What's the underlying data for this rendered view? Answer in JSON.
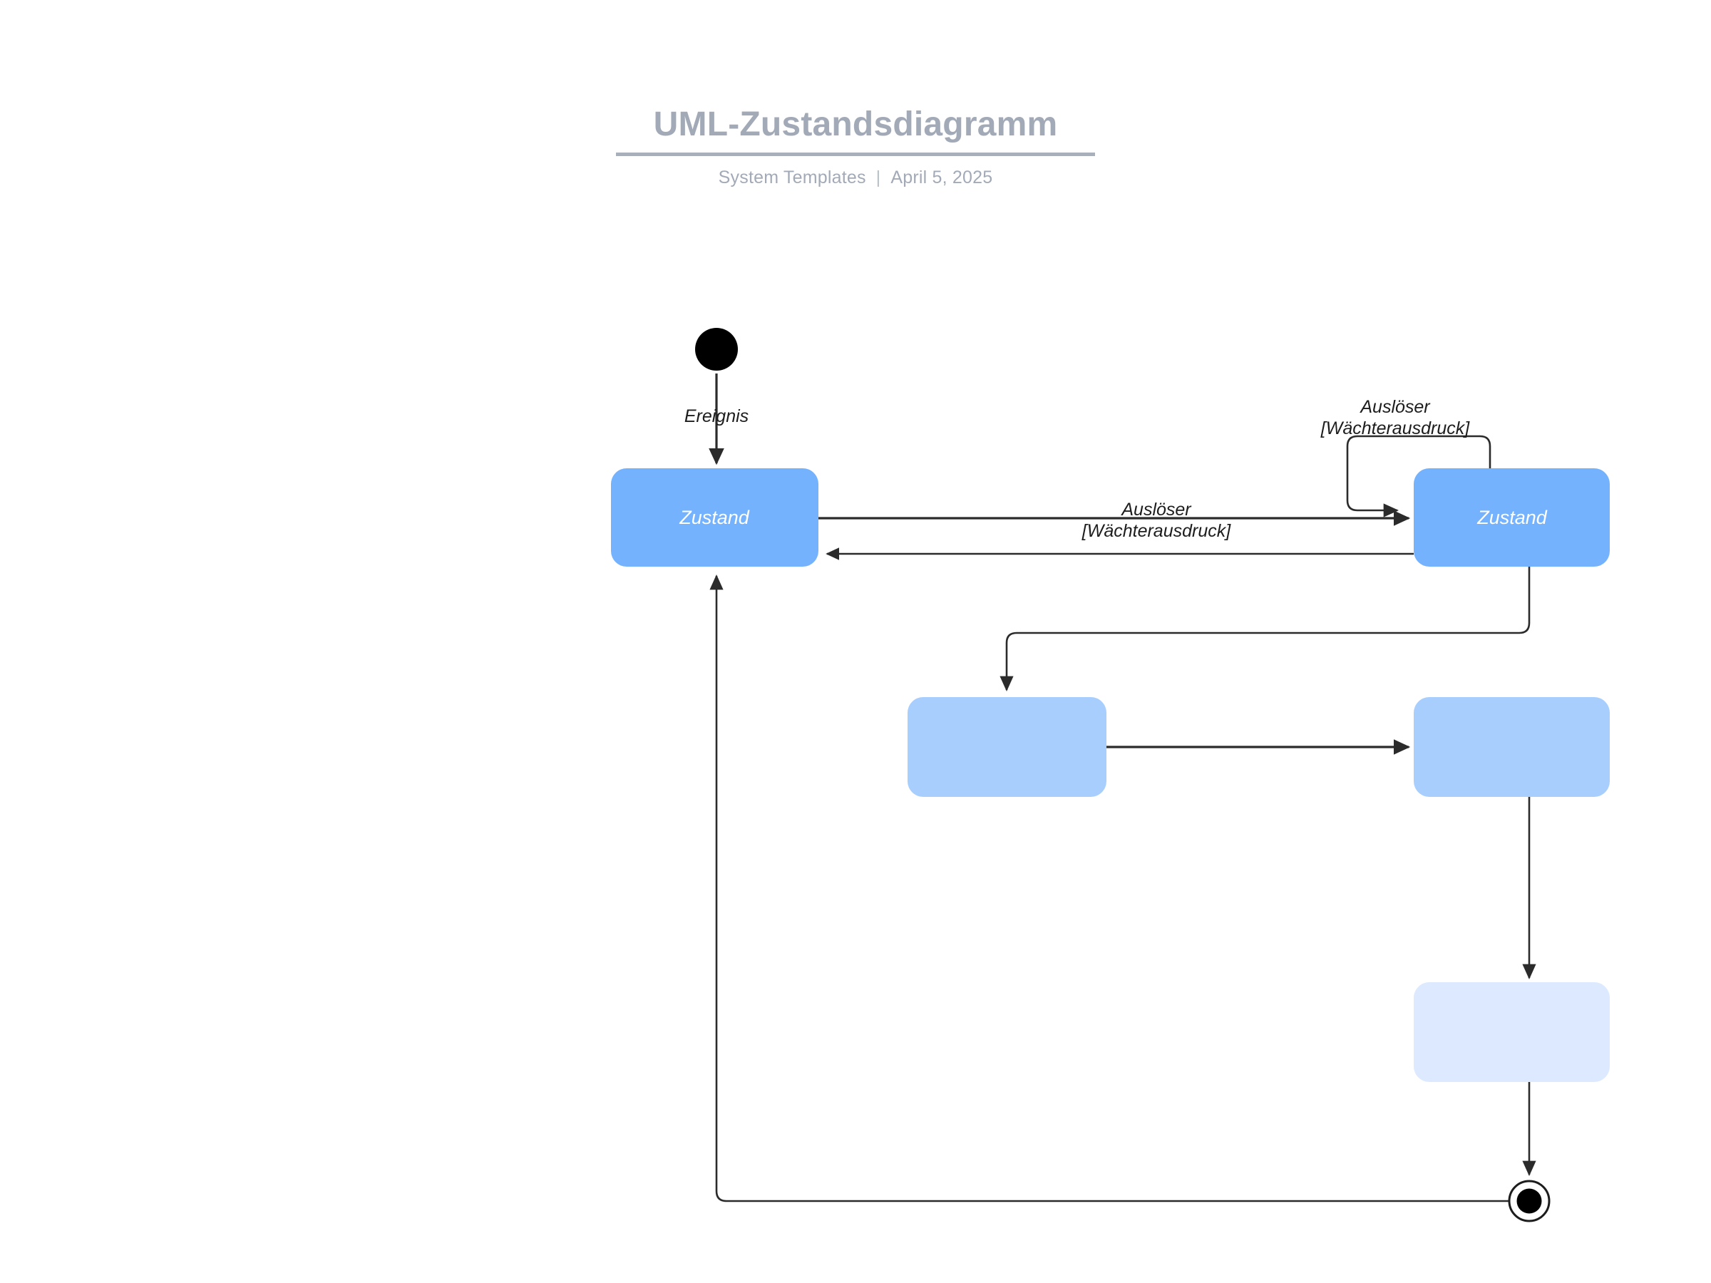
{
  "header": {
    "title": "UML-Zustandsdiagramm",
    "subtitle_left": "System Templates",
    "subtitle_separator": "|",
    "subtitle_right": "April 5, 2025"
  },
  "colors": {
    "state_fill_primary": "#74b2fe",
    "state_fill_secondary": "#a8cefe",
    "state_fill_tertiary": "#dce9fe",
    "state_text": "#ffffff",
    "edge_stroke": "#2b2b2b",
    "header_text": "#a3aab7",
    "initial_state_fill": "#000000"
  },
  "diagram": {
    "type": "uml-state-diagram",
    "nodes": [
      {
        "id": "initial",
        "kind": "initial-state",
        "label": ""
      },
      {
        "id": "state1",
        "kind": "state",
        "label": "Zustand",
        "fill": "#74b2fe"
      },
      {
        "id": "state2",
        "kind": "state",
        "label": "Zustand",
        "fill": "#74b2fe"
      },
      {
        "id": "state3",
        "kind": "state",
        "label": "",
        "fill": "#a8cefe"
      },
      {
        "id": "state4",
        "kind": "state",
        "label": "",
        "fill": "#a8cefe"
      },
      {
        "id": "state5",
        "kind": "state",
        "label": "",
        "fill": "#dce9fe"
      },
      {
        "id": "final",
        "kind": "final-state",
        "label": ""
      }
    ],
    "transitions": [
      {
        "id": "t-initial",
        "from": "initial",
        "to": "state1",
        "label_line1": "Ereignis",
        "label_line2": ""
      },
      {
        "id": "t-1-2",
        "from": "state1",
        "to": "state2",
        "label_line1": "Auslöser",
        "label_line2": "[Wächterausdruck]"
      },
      {
        "id": "t-2-1",
        "from": "state2",
        "to": "state1",
        "label_line1": "",
        "label_line2": ""
      },
      {
        "id": "t-2-self",
        "from": "state2",
        "to": "state2",
        "label_line1": "Auslöser",
        "label_line2": "[Wächterausdruck]"
      },
      {
        "id": "t-2-3",
        "from": "state2",
        "to": "state3",
        "label_line1": "",
        "label_line2": ""
      },
      {
        "id": "t-3-4",
        "from": "state3",
        "to": "state4",
        "label_line1": "",
        "label_line2": ""
      },
      {
        "id": "t-4-5",
        "from": "state4",
        "to": "state5",
        "label_line1": "",
        "label_line2": ""
      },
      {
        "id": "t-5-final",
        "from": "state5",
        "to": "final",
        "label_line1": "",
        "label_line2": ""
      },
      {
        "id": "t-final-1",
        "from": "final",
        "to": "state1",
        "label_line1": "",
        "label_line2": ""
      }
    ]
  }
}
